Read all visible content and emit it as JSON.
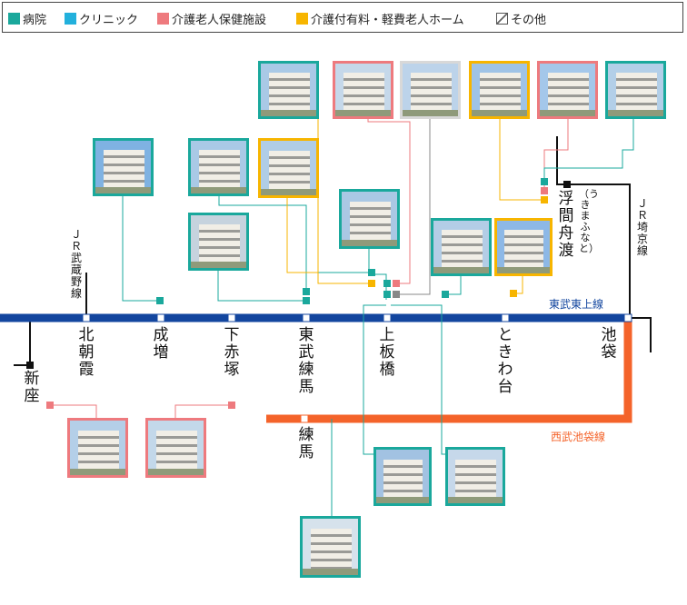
{
  "colors": {
    "hospital": "#1aa89c",
    "clinic": "#22b0dc",
    "nursing": "#ee7a7e",
    "care_home": "#f7b500",
    "other": "#7a7a7a",
    "tobu": "#13469f",
    "seibu": "#f4632a",
    "jr": "#111111"
  },
  "legend": [
    {
      "key": "hospital",
      "label": "病院"
    },
    {
      "key": "clinic",
      "label": "クリニック"
    },
    {
      "key": "nursing",
      "label": "介護老人保健施設"
    },
    {
      "key": "care_home",
      "label": "介護付有料・軽費老人ホーム"
    },
    {
      "key": "other",
      "label": "その他"
    }
  ],
  "lines": {
    "tobu": "東武東上線",
    "seibu": "西武池袋線",
    "jr_musashino": "ＪＲ武蔵野線",
    "jr_saikyo": "ＪＲ埼京線"
  },
  "stations": {
    "niiza": "新座",
    "kita_asaka": "北朝霞",
    "narimasu": "成増",
    "shimo_akatsuka": "下赤塚",
    "tobu_nerima": "東武練馬",
    "kamiitabashi": "上板橋",
    "tokiwadai": "ときわ台",
    "ikebukuro": "池袋",
    "nerima": "練馬",
    "ukima_funado": "浮間舟渡",
    "ukima_funado_kana": "（うきまふなと）"
  }
}
